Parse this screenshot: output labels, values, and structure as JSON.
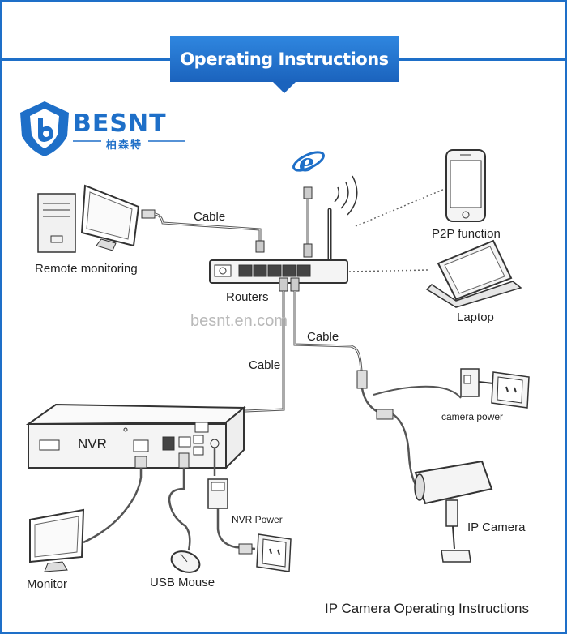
{
  "banner": {
    "title": "Operating Instructions"
  },
  "brand": {
    "name": "BESNT",
    "chinese": "柏森特"
  },
  "watermark": "besnt.en.com",
  "labels": {
    "remote_monitoring": "Remote monitoring",
    "cable_top": "Cable",
    "routers": "Routers",
    "p2p": "P2P function",
    "laptop": "Laptop",
    "cable_right": "Cable",
    "cable_mid": "Cable",
    "camera_power": "camera power",
    "nvr": "NVR",
    "nvr_power": "NVR Power",
    "ip_camera": "IP Camera",
    "monitor": "Monitor",
    "usb_mouse": "USB Mouse"
  },
  "footer": "IP Camera Operating Instructions",
  "colors": {
    "accent": "#1e6fc8",
    "line": "#333333",
    "dotted": "#666666"
  },
  "icons": [
    "logo-shield-icon",
    "internet-explorer-icon",
    "wifi-signal-icon",
    "desktop-pc-icon",
    "smartphone-icon",
    "laptop-icon",
    "router-icon",
    "nvr-icon",
    "monitor-icon",
    "mouse-icon",
    "power-adapter-icon",
    "wall-outlet-icon",
    "ip-camera-icon"
  ]
}
